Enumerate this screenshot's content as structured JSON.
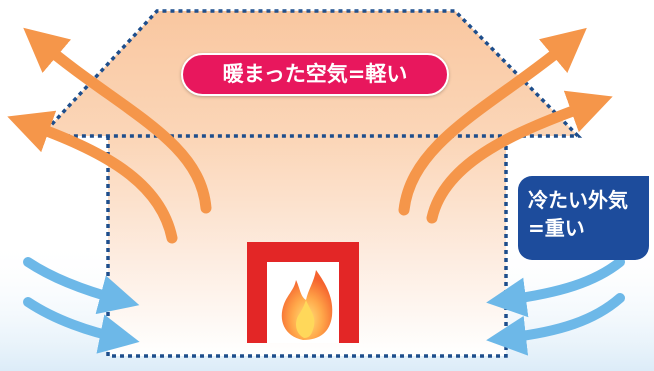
{
  "labels": {
    "warm_air": "暖まった空気=軽い",
    "cold_air_line1": "冷たい外気",
    "cold_air_line2": "=重い"
  },
  "icons": {
    "heat_source": "fireplace-icon",
    "flame": "flame-icon",
    "warm_flow": "warm-air-arrow-icon",
    "cold_flow": "cold-air-arrow-icon"
  },
  "colors": {
    "warm_arrow": "#f5964a",
    "cold_arrow": "#6db8e8",
    "house_outline": "#1e4e8c",
    "fireplace": "#e32626",
    "warm_badge": "#e8175d",
    "cold_badge": "#1d4c9c",
    "warm_gradient_top": "#f9c9a0",
    "floor_gradient": "#e9f4fc"
  }
}
